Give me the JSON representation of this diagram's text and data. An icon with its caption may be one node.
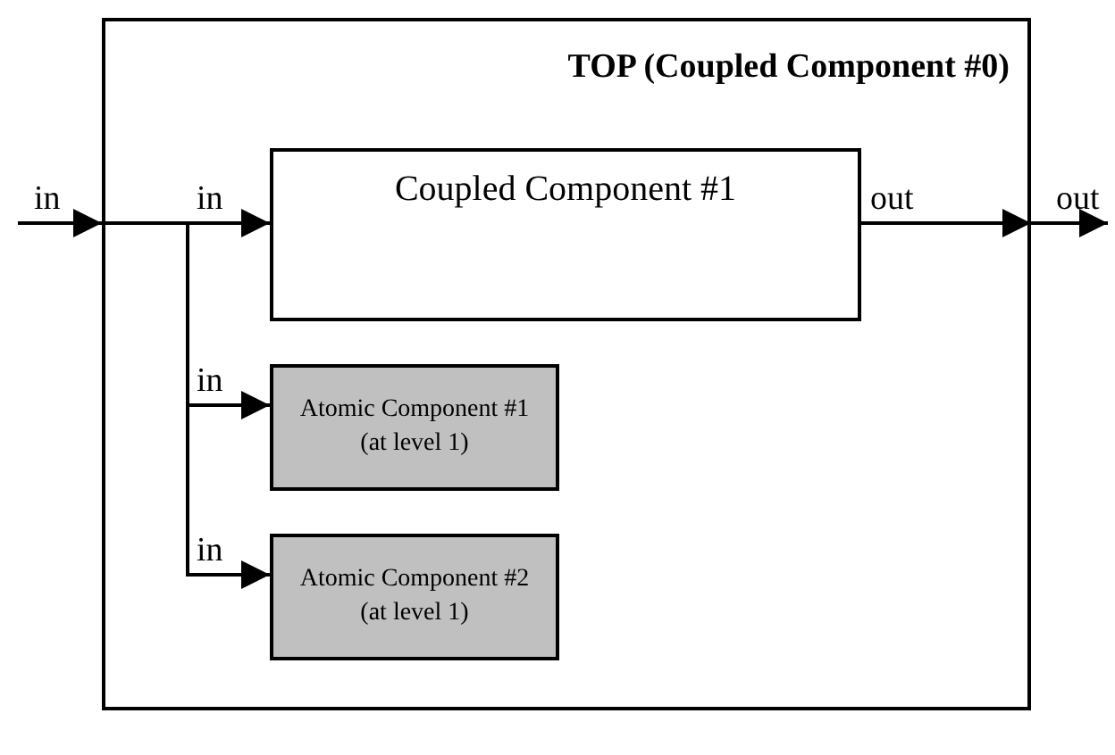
{
  "diagram": {
    "nodes": [
      {
        "text": [
          "TOP (Coupled Component #0)"
        ]
      },
      {
        "text": [
          "Coupled Component #1"
        ],
        "in": 0
      },
      {
        "text": [
          "Atomic Component #1 (at level 1)"
        ],
        "in": 0
      },
      {
        "text": [
          "Atomic Component #2 (at level 1)"
        ],
        "in": 0
      }
    ],
    "edges": [
      {
        "from": null,
        "to": 0,
        "arrow": "to",
        "label": "in"
      },
      {
        "from": 0,
        "to": 1,
        "arrow": "to",
        "label": "in"
      },
      {
        "from": 0,
        "to": 2,
        "arrow": "to",
        "label": "in"
      },
      {
        "from": 0,
        "to": 3,
        "arrow": "to",
        "label": "in"
      },
      {
        "from": 1,
        "to": 0,
        "arrow": "to",
        "label": "out"
      },
      {
        "from": 0,
        "to": null,
        "arrow": "to",
        "label": "out"
      }
    ]
  }
}
